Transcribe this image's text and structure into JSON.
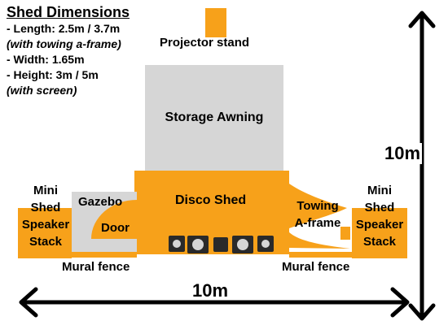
{
  "legend": {
    "title": "Shed Dimensions",
    "lines": [
      {
        "text": "- Length: 2.5m / 3.7m",
        "italic": false
      },
      {
        "text": "(with towing a-frame)",
        "italic": true
      },
      {
        "text": "- Width: 1.65m",
        "italic": false
      },
      {
        "text": "- Height: 3m / 5m",
        "italic": false
      },
      {
        "text": "(with screen)",
        "italic": true
      }
    ]
  },
  "labels": {
    "projector_stand": "Projector stand",
    "storage_awning": "Storage Awning",
    "gazebo": "Gazebo",
    "door": "Door",
    "disco_shed": "Disco Shed",
    "towing": "Towing",
    "a_frame": "A-frame",
    "mural_fence_left": "Mural fence",
    "mural_fence_right": "Mural fence",
    "mini_shed_left": [
      "Mini",
      "Shed",
      "Speaker",
      "Stack"
    ],
    "mini_shed_right": [
      "Mini",
      "Shed",
      "Speaker",
      "Stack"
    ]
  },
  "dimensions": {
    "horizontal": "10m",
    "vertical": "10m"
  },
  "colors": {
    "orange": "#f7a11a",
    "grey": "#d6d6d6",
    "dark": "#2a2a2a"
  }
}
